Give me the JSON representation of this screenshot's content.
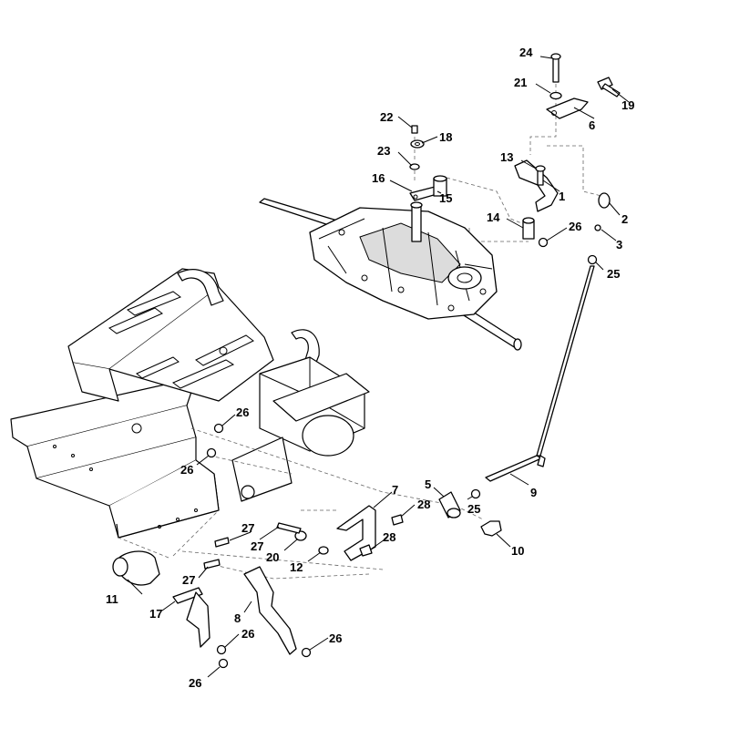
{
  "callouts": [
    {
      "id": "1",
      "text": "1"
    },
    {
      "id": "2",
      "text": "2"
    },
    {
      "id": "3",
      "text": "3"
    },
    {
      "id": "5",
      "text": "5"
    },
    {
      "id": "6",
      "text": "6"
    },
    {
      "id": "7",
      "text": "7"
    },
    {
      "id": "8",
      "text": "8"
    },
    {
      "id": "9",
      "text": "9"
    },
    {
      "id": "10",
      "text": "10"
    },
    {
      "id": "11",
      "text": "11"
    },
    {
      "id": "12",
      "text": "12"
    },
    {
      "id": "13",
      "text": "13"
    },
    {
      "id": "14",
      "text": "14"
    },
    {
      "id": "15",
      "text": "15"
    },
    {
      "id": "16",
      "text": "16"
    },
    {
      "id": "17",
      "text": "17"
    },
    {
      "id": "18",
      "text": "18"
    },
    {
      "id": "19",
      "text": "19"
    },
    {
      "id": "20",
      "text": "20"
    },
    {
      "id": "21",
      "text": "21"
    },
    {
      "id": "22",
      "text": "22"
    },
    {
      "id": "23",
      "text": "23"
    },
    {
      "id": "24",
      "text": "24"
    },
    {
      "id": "25a",
      "text": "25"
    },
    {
      "id": "25b",
      "text": "25"
    },
    {
      "id": "26a",
      "text": "26"
    },
    {
      "id": "26b",
      "text": "26"
    },
    {
      "id": "26c",
      "text": "26"
    },
    {
      "id": "26d",
      "text": "26"
    },
    {
      "id": "26e",
      "text": "26"
    },
    {
      "id": "26f",
      "text": "26"
    },
    {
      "id": "27a",
      "text": "27"
    },
    {
      "id": "27b",
      "text": "27"
    },
    {
      "id": "27c",
      "text": "27"
    },
    {
      "id": "28a",
      "text": "28"
    },
    {
      "id": "28b",
      "text": "28"
    }
  ]
}
